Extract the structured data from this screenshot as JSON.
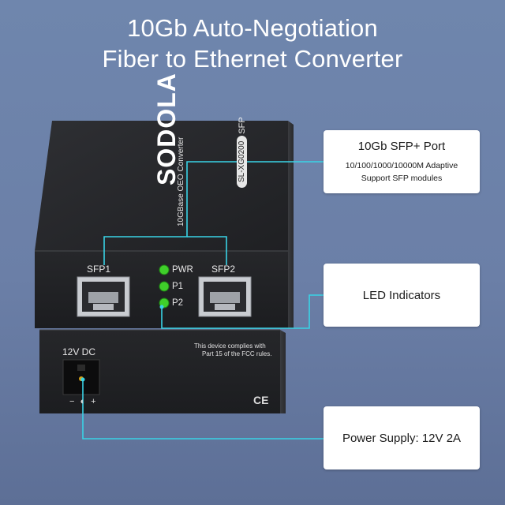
{
  "headline": {
    "line1": "10Gb Auto-Negotiation",
    "line2": "Fiber to Ethernet Converter"
  },
  "device": {
    "brand": "SODOLA",
    "brand_sub": "10GBase OEO Converter",
    "model": "SL-XG0200",
    "model_suffix": "SFP",
    "ports": {
      "sfp1": "SFP1",
      "sfp2": "SFP2"
    },
    "leds": [
      "PWR",
      "P1",
      "P2"
    ],
    "power_label": "12V DC",
    "polarity": "− ◐ +",
    "fcc_line1": "This device complies with",
    "fcc_line2": "Part 15 of the FCC rules.",
    "ce_mark": "CE"
  },
  "callouts": {
    "sfp": {
      "title": "10Gb SFP+ Port",
      "sub1": "10/100/1000/10000M Adaptive",
      "sub2": "Support SFP modules"
    },
    "led": {
      "title": "LED Indicators"
    },
    "power": {
      "title": "Power Supply: 12V 2A"
    }
  },
  "colors": {
    "background": "#6f86ad",
    "device_body": "#2b2b2d",
    "led_green": "#3fcf2a",
    "connector_line": "#39d3e6",
    "callout_bg": "#ffffff"
  }
}
